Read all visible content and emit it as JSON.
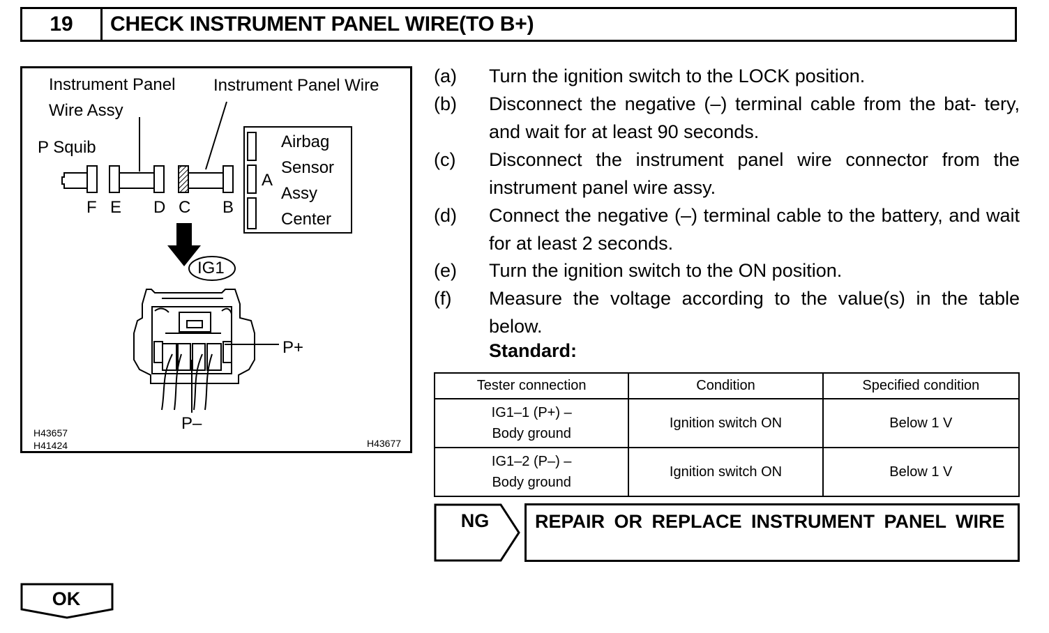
{
  "header": {
    "number": "19",
    "title": "CHECK INSTRUMENT PANEL WIRE(TO B+)"
  },
  "figure": {
    "labels": {
      "instrument_panel_wire_assy_1": "Instrument Panel",
      "instrument_panel_wire_assy_2": "Wire Assy",
      "instrument_panel_wire": "Instrument Panel Wire",
      "p_squib": "P Squib",
      "airbag_1": "Airbag",
      "airbag_2": "Sensor",
      "airbag_3": "Assy",
      "airbag_4": "Center",
      "a": "A",
      "f": "F",
      "e": "E",
      "d": "D",
      "c": "C",
      "b": "B",
      "ig1": "IG1",
      "p_plus": "P+",
      "p_minus": "P–"
    },
    "codes": {
      "code1": "H43657",
      "code2": "H41424",
      "code3": "H43677"
    }
  },
  "steps": [
    {
      "key": "(a)",
      "text": "Turn the ignition switch to the LOCK position."
    },
    {
      "key": "(b)",
      "text": "Disconnect the negative (–) terminal cable from the bat- tery, and wait for at least 90 seconds."
    },
    {
      "key": "(c)",
      "text": "Disconnect the instrument panel wire connector from the instrument panel wire assy."
    },
    {
      "key": "(d)",
      "text": "Connect the negative (–) terminal cable to the battery, and wait for at least 2 seconds."
    },
    {
      "key": "(e)",
      "text": "Turn the ignition switch to the ON position."
    },
    {
      "key": "(f)",
      "text": "Measure the voltage according to the value(s) in the table below."
    }
  ],
  "standard_label": "Standard:",
  "table": {
    "headers": [
      "Tester connection",
      "Condition",
      "Specified condition"
    ],
    "rows": [
      {
        "conn1": "IG1–1 (P+) –",
        "conn2": "Body ground",
        "condition": "Ignition switch ON",
        "spec": "Below 1 V"
      },
      {
        "conn1": "IG1–2 (P–) –",
        "conn2": "Body ground",
        "condition": "Ignition switch ON",
        "spec": "Below 1 V"
      }
    ]
  },
  "ng_label": "NG",
  "repair_text": "REPAIR OR REPLACE INSTRUMENT PANEL WIRE",
  "ok_label": "OK"
}
